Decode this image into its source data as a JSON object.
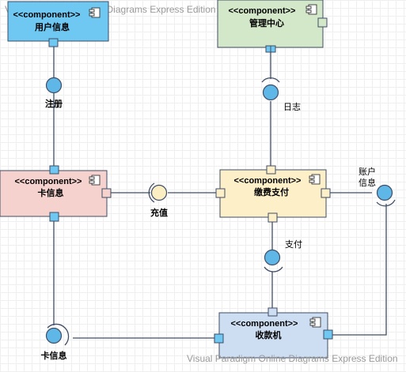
{
  "watermarks": {
    "top": "Visual Paradigm Online Diagrams Express Edition",
    "bottom": "Visual Paradigm Online Diagrams Express Edition"
  },
  "stereotype": "<<component>>",
  "components": {
    "user_info": {
      "name": "用户信息",
      "fill": "#6ec8f2"
    },
    "admin_center": {
      "name": "管理中心",
      "fill": "#d3e8c8"
    },
    "card_info": {
      "name": "卡信息",
      "fill": "#f6d2ce"
    },
    "payment": {
      "name": "缴费支付",
      "fill": "#fdf0c8"
    },
    "cashier": {
      "name": "收款机",
      "fill": "#cdddf2"
    }
  },
  "interfaces": {
    "register": "注册",
    "log": "日志",
    "recharge": "充值",
    "account_info_line1": "账户",
    "account_info_line2": "信息",
    "pay": "支付",
    "card_info": "卡信息"
  },
  "colors": {
    "interface_ball": "#5fb7e8",
    "recharge_ball": "#fbeec3",
    "connector": "#3f4d66",
    "port_fill": "#6ec8f2"
  }
}
